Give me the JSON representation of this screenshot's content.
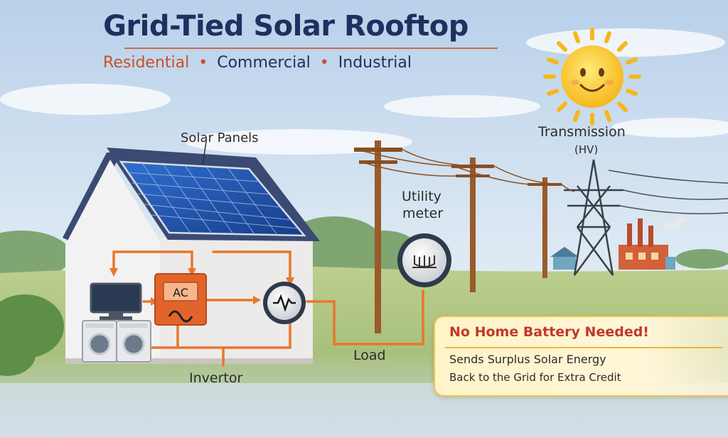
{
  "title": "Grid-Tied Solar Rooftop",
  "subtitle": {
    "items": [
      "Residential",
      "Commercial",
      "Industrial"
    ],
    "separator": "•",
    "colors": [
      "#c8502a",
      "#1d3160",
      "#1d3160"
    ]
  },
  "labels": {
    "solar_panels": "Solar Panels",
    "transmission": "Transmission",
    "transmission_sub": "(HV)",
    "utility_meter_line1": "Utility",
    "utility_meter_line2": "meter",
    "inverter_box": "AC",
    "inverter": "Invertor",
    "load": "Load"
  },
  "callout": {
    "heading": "No Home Battery Needed!",
    "line1": "Sends Surplus Solar Energy",
    "line2": "Back to the Grid for Extra Credit"
  },
  "colors": {
    "title": "#1d3160",
    "wire": "#e8772a",
    "panel": "#1f4fa8",
    "sky": "#c9dcef",
    "grass": "#9bb86a",
    "sun": "#f7c51e",
    "callout_heading": "#c0392b"
  },
  "icons": [
    "sun-icon",
    "house-icon",
    "solar-panel-icon",
    "monitor-icon",
    "washing-machine-icon",
    "inverter-icon",
    "meter-icon",
    "utility-pole-icon",
    "transmission-tower-icon",
    "factory-icon"
  ]
}
